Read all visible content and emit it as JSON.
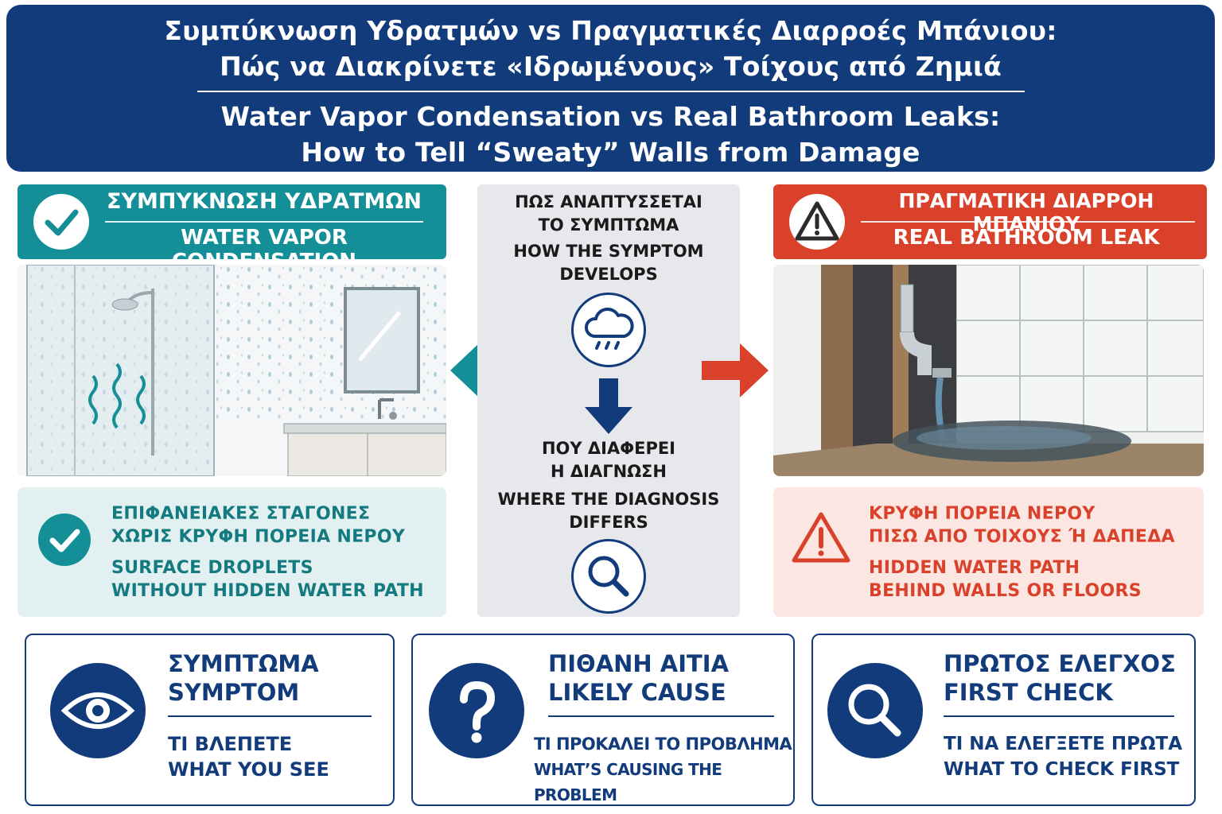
{
  "title": {
    "greek_line1": "Συμπύκνωση Υδρατμών vs Πραγματικές Διαρροές Μπάνιου:",
    "greek_line2": "Πώς να Διακρίνετε «Ιδρωμένους» Τοίχους από Ζημιά",
    "english_line1": "Water Vapor Condensation vs Real Bathroom Leaks:",
    "english_line2": "How to Tell “Sweaty” Walls from Damage"
  },
  "left": {
    "header_greek": "ΣΥΜΠΥΚΝΩΣΗ ΥΔΡΑΤΜΩΝ",
    "header_english": "WATER VAPOR CONDENSATION",
    "badge_icon": "check-icon",
    "info_greek_1": "ΕΠΙΦΑΝΕΙΑΚΕΣ ΣΤΑΓΟΝΕΣ",
    "info_greek_2": "ΧΩΡΙΣ ΚΡΥΦΗ ΠΟΡΕΙΑ ΝΕΡΟΥ",
    "info_english_1": "SURFACE DROPLETS",
    "info_english_2": "WITHOUT HIDDEN WATER PATH",
    "accent_color": "#148f97"
  },
  "center": {
    "top_greek_1": "ΠΩΣ ΑΝΑΠΤΥΣΣΕΤΑΙ",
    "top_greek_2": "ΤΟ ΣΥΜΠΤΩΜΑ",
    "top_english_1": "HOW THE SYMPTOM",
    "top_english_2": "DEVELOPS",
    "bottom_greek_1": "ΠΟΥ ΔΙΑΦΕΡΕΙ",
    "bottom_greek_2": "Η ΔΙΑΓΝΩΣΗ",
    "bottom_english_1": "WHERE THE DIAGNOSIS",
    "bottom_english_2": "DIFFERS",
    "top_icon": "rain-cloud-icon",
    "bottom_icon": "magnifier-icon"
  },
  "right": {
    "header_greek": "ΠΡΑΓΜΑΤΙΚΗ ΔΙΑΡΡΟΗ ΜΠΑΝΙΟΥ",
    "header_english": "REAL BATHROOM LEAK",
    "badge_icon": "warning-icon",
    "info_greek_1": "ΚΡΥΦΗ ΠΟΡΕΙΑ ΝΕΡΟΥ",
    "info_greek_2": "ΠΙΣΩ ΑΠΟ ΤΟΙΧΟΥΣ Ή ΔΑΠΕΔΑ",
    "info_english_1": "HIDDEN WATER PATH",
    "info_english_2": "BEHIND WALLS OR FLOORS",
    "accent_color": "#d9412b"
  },
  "cards": [
    {
      "title_greek": "ΣΥΜΠΤΩΜΑ",
      "title_english": "SYMPTOM",
      "sub_greek": "ΤΙ ΒΛΕΠΕΤΕ",
      "sub_english": "WHAT YOU SEE",
      "icon": "eye-icon"
    },
    {
      "title_greek": "ΠΙΘΑΝΗ ΑΙΤΙΑ",
      "title_english": "LIKELY CAUSE",
      "sub_greek": "ΤΙ ΠΡΟΚΑΛΕΙ ΤΟ ΠΡΟΒΛΗΜΑ",
      "sub_english": "WHAT’S CAUSING THE PROBLEM",
      "icon": "question-mark-icon"
    },
    {
      "title_greek": "ΠΡΩΤΟΣ ΕΛΕΓΧΟΣ",
      "title_english": "FIRST CHECK",
      "sub_greek": "ΤΙ ΝΑ ΕΛΕΓΞΕΤΕ ΠΡΩΤΑ",
      "sub_english": "WHAT TO CHECK FIRST",
      "icon": "magnifier-icon"
    }
  ],
  "colors": {
    "navy": "#123b7c",
    "teal": "#148f97",
    "red": "#d9412b",
    "light_teal": "#e3f0f1",
    "light_red": "#fbe6e1",
    "center_gray": "#e6e8ec"
  }
}
